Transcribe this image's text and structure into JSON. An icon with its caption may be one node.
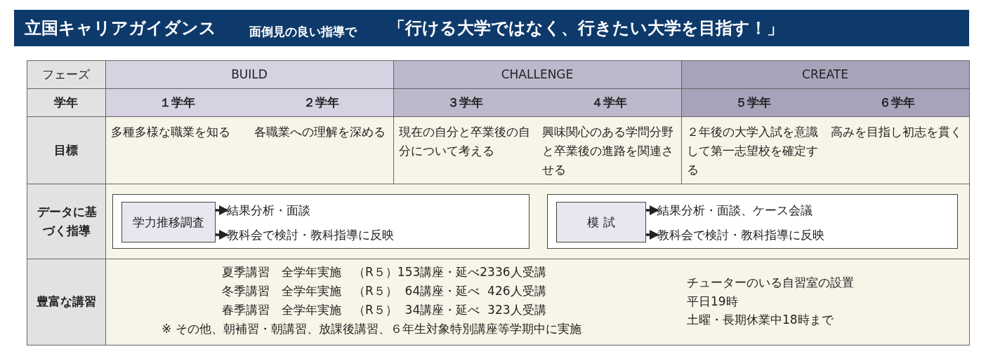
{
  "diagram": {
    "title": "立国キャリアガイダンス",
    "nodes": [
      {
        "text": [],
        "shape": "box"
      },
      {
        "text": [
          "学力推移調査"
        ],
        "in": 0
      },
      {
        "text": [
          "結果分析・面談"
        ],
        "in": 0
      },
      {
        "text": [
          "教科会で検討・教科指導に反映"
        ],
        "in": 0
      },
      {
        "text": [],
        "shape": "box"
      },
      {
        "text": [
          "模 試"
        ],
        "in": 4
      },
      {
        "text": [
          "結果分析・面談、ケース会議"
        ],
        "in": 4
      },
      {
        "text": [
          "教科会で検討・教科指導に反映"
        ],
        "in": 4
      }
    ],
    "edges": [
      {
        "from": 1,
        "to": 2,
        "arrow": "to"
      },
      {
        "from": 1,
        "to": 3,
        "arrow": "to"
      },
      {
        "from": 5,
        "to": 6,
        "arrow": "to"
      },
      {
        "from": 5,
        "to": 7,
        "arrow": "to"
      }
    ],
    "labels": [
      "面倒見の良い指導で",
      "「行ける大学ではなく、行きたい大学を目指す！」",
      "フェーズ",
      "BUILD",
      "CHALLENGE",
      "CREATE",
      "学年",
      "１学年",
      "２学年",
      "３学年",
      "４学年",
      "５学年",
      "６学年",
      "目標",
      "多種多様な職業を知る",
      "各職業への理解を深める",
      "現在の自分と卒業後の自分について考える",
      "興味関心のある学問分野と卒業後の進路を関連させる",
      "２年後の大学入試を意識して第一志望校を確定する",
      "高みを目指し初志を貫く",
      "データに基づく指導",
      "豊富な講習",
      "夏季講習　全学年実施　（R５）153講座・延べ2336人受講",
      "冬季講習　全学年実施　（R５）  64講座・延べ  426人受講",
      "春季講習　全学年実施　（R５）  34講座・延べ  323人受講",
      "※ その他、朝補習・朝講習、放課後講習、６年生対象特別講座等学期中に実施",
      "チューターのいる自習室の設置",
      "平日19時",
      "土曜・長期休業中18時まで"
    ]
  }
}
